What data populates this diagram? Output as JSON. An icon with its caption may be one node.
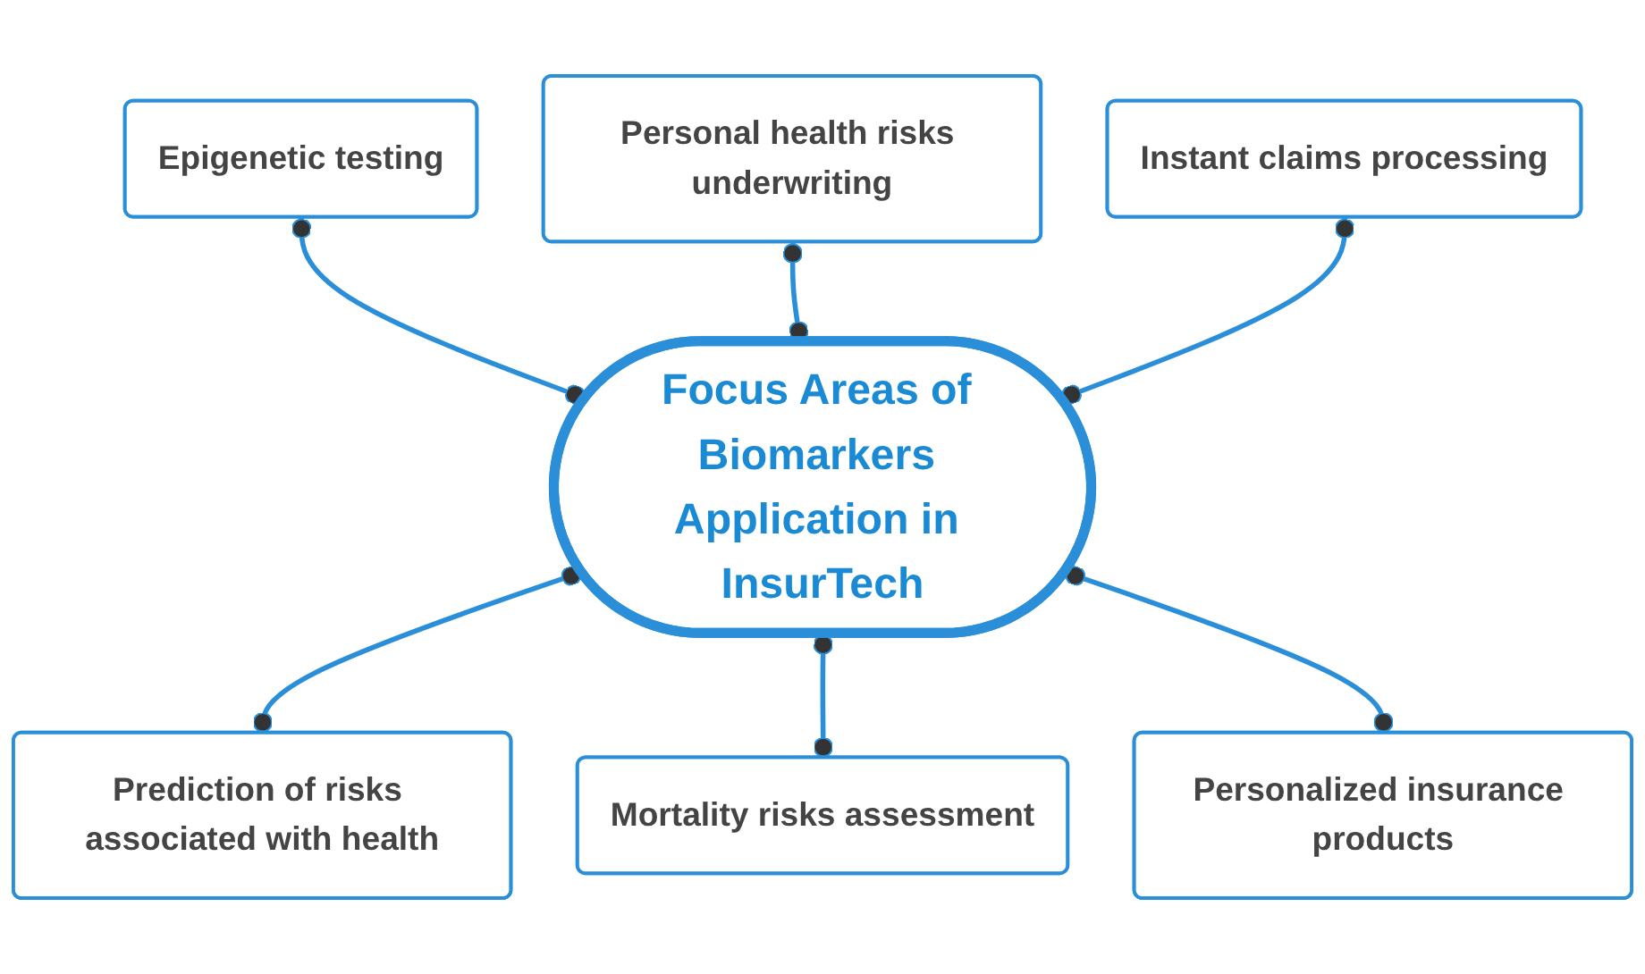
{
  "diagram": {
    "nodes": [
      {
        "text": [
          "Epigenetic testing"
        ]
      },
      {
        "text": [
          "Personal health risks underwriting"
        ]
      },
      {
        "text": [
          "Instant claims processing"
        ]
      },
      {
        "text": [
          "Focus Areas of Biomarkers Application in InsurTech"
        ]
      },
      {
        "text": [
          "Prediction of risks associated with health"
        ]
      },
      {
        "text": [
          "Mortality risks assessment"
        ]
      },
      {
        "text": [
          "Personalized insurance products"
        ]
      }
    ],
    "edges": [
      {
        "from": 0,
        "to": 3,
        "arrow": "other"
      },
      {
        "from": 1,
        "to": 3,
        "arrow": "other"
      },
      {
        "from": 2,
        "to": 3,
        "arrow": "other"
      },
      {
        "from": 3,
        "to": 4,
        "arrow": "other"
      },
      {
        "from": 3,
        "to": 5,
        "arrow": "other"
      },
      {
        "from": 3,
        "to": 6,
        "arrow": "other"
      }
    ]
  }
}
